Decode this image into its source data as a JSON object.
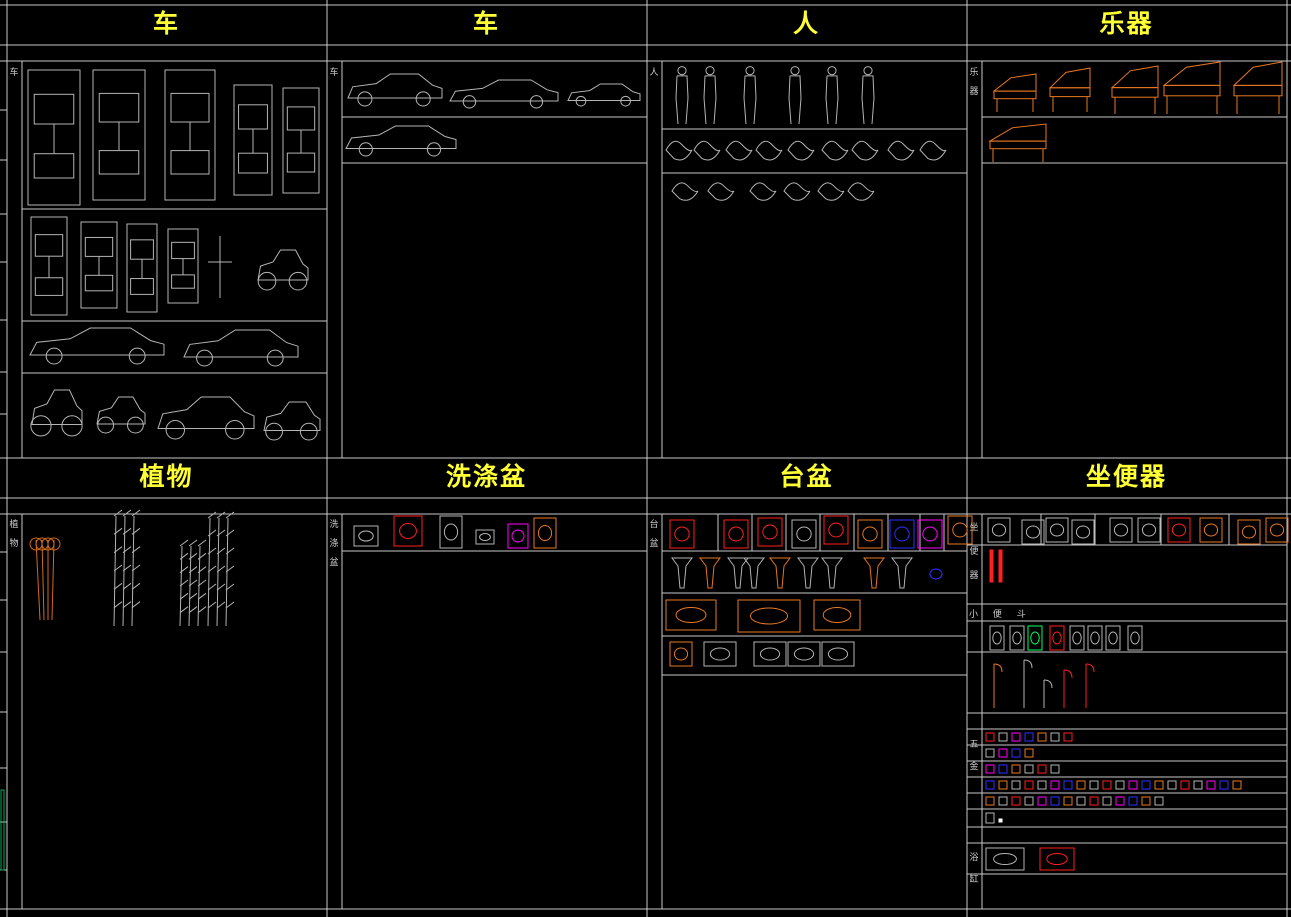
{
  "sections": [
    {
      "title": "车",
      "label": "车"
    },
    {
      "title": "车",
      "label": "车"
    },
    {
      "title": "人",
      "label": "人"
    },
    {
      "title": "乐器",
      "label": "乐\n器"
    },
    {
      "title": "植物",
      "label": "植\n物"
    },
    {
      "title": "洗涤盆",
      "label": "洗\n涤\n盆"
    },
    {
      "title": "台盆",
      "label": "台\n盆"
    },
    {
      "title": "坐便器",
      "label": "坐\n便\n器"
    }
  ],
  "toilet_column": {
    "urinal_label": "小 便 斗",
    "hardware_label": "五\n金",
    "bathtub_label": "浴\n缸"
  },
  "colors": {
    "background": "#000000",
    "grid_line": "#c8c8c8",
    "title_yellow": "#ffff33",
    "block_gray": "#b4b4b4",
    "instrument_orange": "#e87722",
    "accent_red": "#ff2020",
    "accent_magenta": "#ff00ff",
    "accent_blue": "#3030ff",
    "accent_green": "#00ff66",
    "plant_brown": "#d2691e"
  },
  "icons": [
    "car-top-view-icon",
    "car-side-view-icon",
    "person-icon",
    "piano-icon",
    "tree-icon",
    "bamboo-icon",
    "kitchen-sink-icon",
    "wash-basin-icon",
    "toilet-icon",
    "urinal-icon",
    "faucet-icon",
    "bathtub-icon"
  ]
}
